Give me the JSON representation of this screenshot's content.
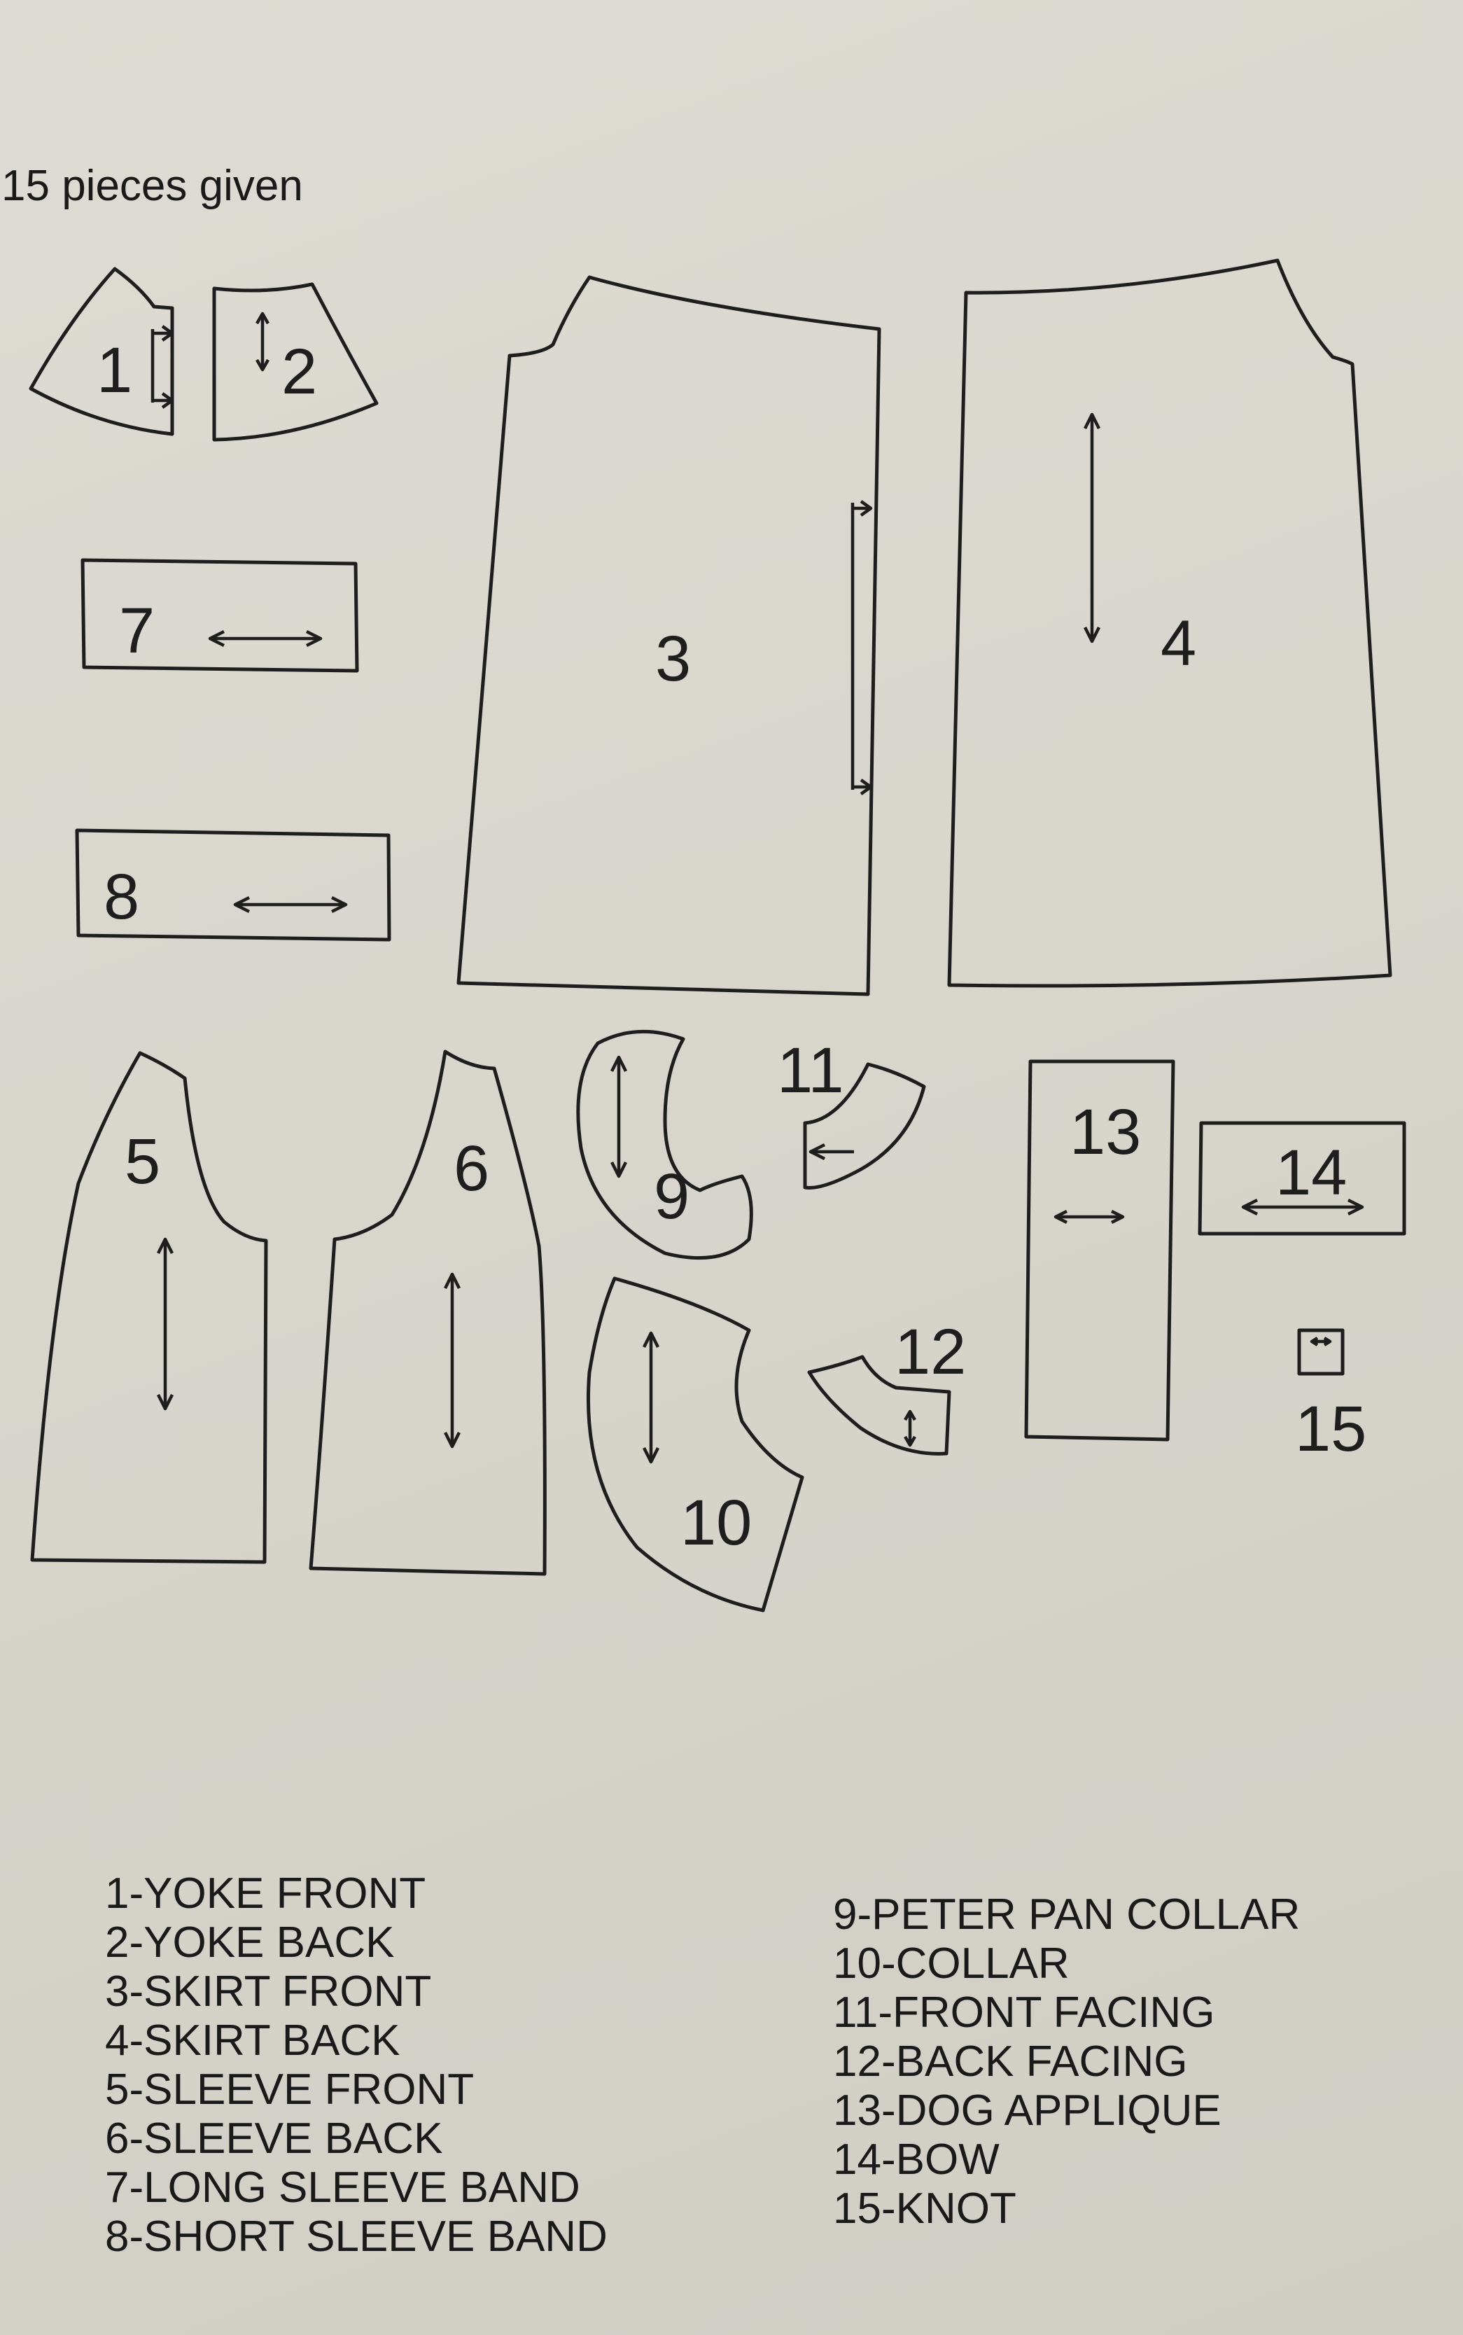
{
  "header": {
    "pieces_given": "15 pieces given"
  },
  "pieces": {
    "p1": "1",
    "p2": "2",
    "p3": "3",
    "p4": "4",
    "p5": "5",
    "p6": "6",
    "p7": "7",
    "p8": "8",
    "p9": "9",
    "p10": "10",
    "p11": "11",
    "p12": "12",
    "p13": "13",
    "p14": "14",
    "p15": "15"
  },
  "legend": {
    "left": [
      "1-YOKE FRONT",
      "2-YOKE BACK",
      "3-SKIRT FRONT",
      "4-SKIRT BACK",
      "5-SLEEVE FRONT",
      "6-SLEEVE BACK",
      "7-LONG SLEEVE BAND",
      "8-SHORT SLEEVE BAND"
    ],
    "right": [
      "9-PETER PAN COLLAR",
      "10-COLLAR",
      "11-FRONT FACING",
      "12-BACK FACING",
      "13-DOG APPLIQUE",
      "14-BOW",
      "15-KNOT"
    ]
  }
}
